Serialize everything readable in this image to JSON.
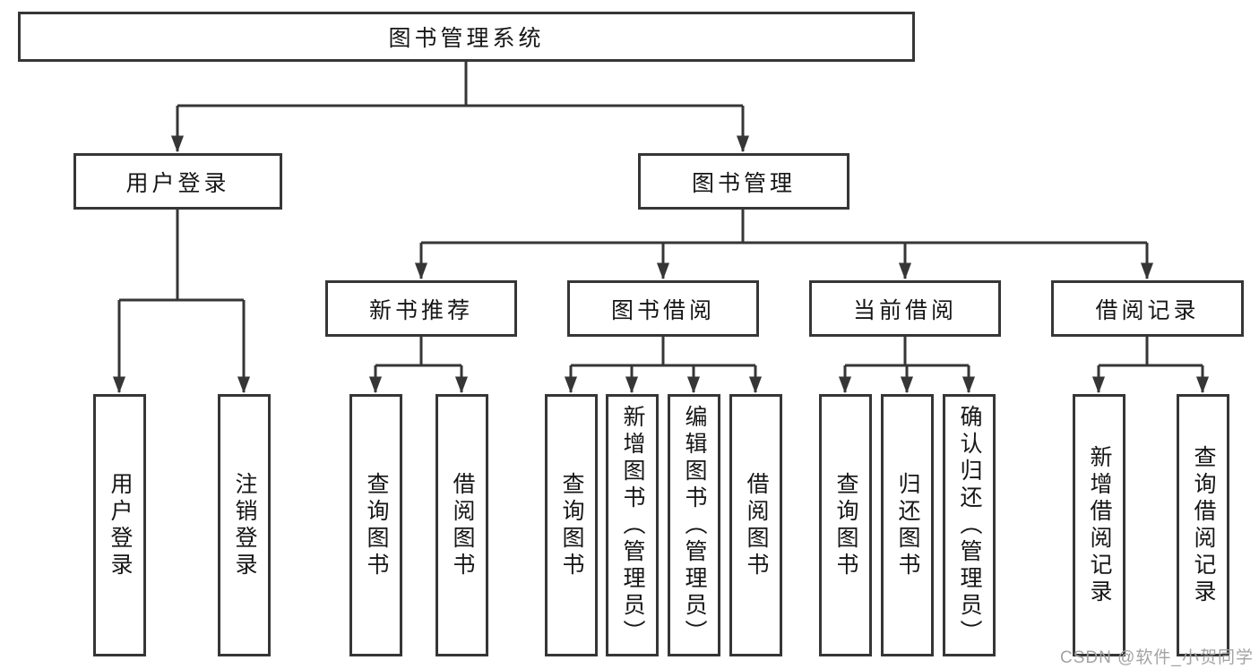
{
  "tree": {
    "root": {
      "label": "图书管理系统"
    },
    "branches": [
      {
        "label": "用户登录",
        "children": [
          {
            "label": "用户登录"
          },
          {
            "label": "注销登录"
          }
        ]
      },
      {
        "label": "图书管理",
        "children": [
          {
            "label": "新书推荐",
            "children": [
              {
                "label": "查询图书"
              },
              {
                "label": "借阅图书"
              }
            ]
          },
          {
            "label": "图书借阅",
            "children": [
              {
                "label": "查询图书"
              },
              {
                "label": "新增图书（管理员）"
              },
              {
                "label": "编辑图书（管理员）"
              },
              {
                "label": "借阅图书"
              }
            ]
          },
          {
            "label": "当前借阅",
            "children": [
              {
                "label": "查询图书"
              },
              {
                "label": "归还图书"
              },
              {
                "label": "确认归还（管理员）"
              }
            ]
          },
          {
            "label": "借阅记录",
            "children": [
              {
                "label": "新增借阅记录"
              },
              {
                "label": "查询借阅记录"
              }
            ]
          }
        ]
      }
    ]
  },
  "watermark": {
    "text": "CSDN @软件_小贺同学"
  },
  "colors": {
    "background": "#ffffff",
    "box_border": "#363636",
    "box_fill": "#ffffff",
    "connector": "#363636",
    "text": "#161616",
    "watermark": "#a3a3a3"
  }
}
